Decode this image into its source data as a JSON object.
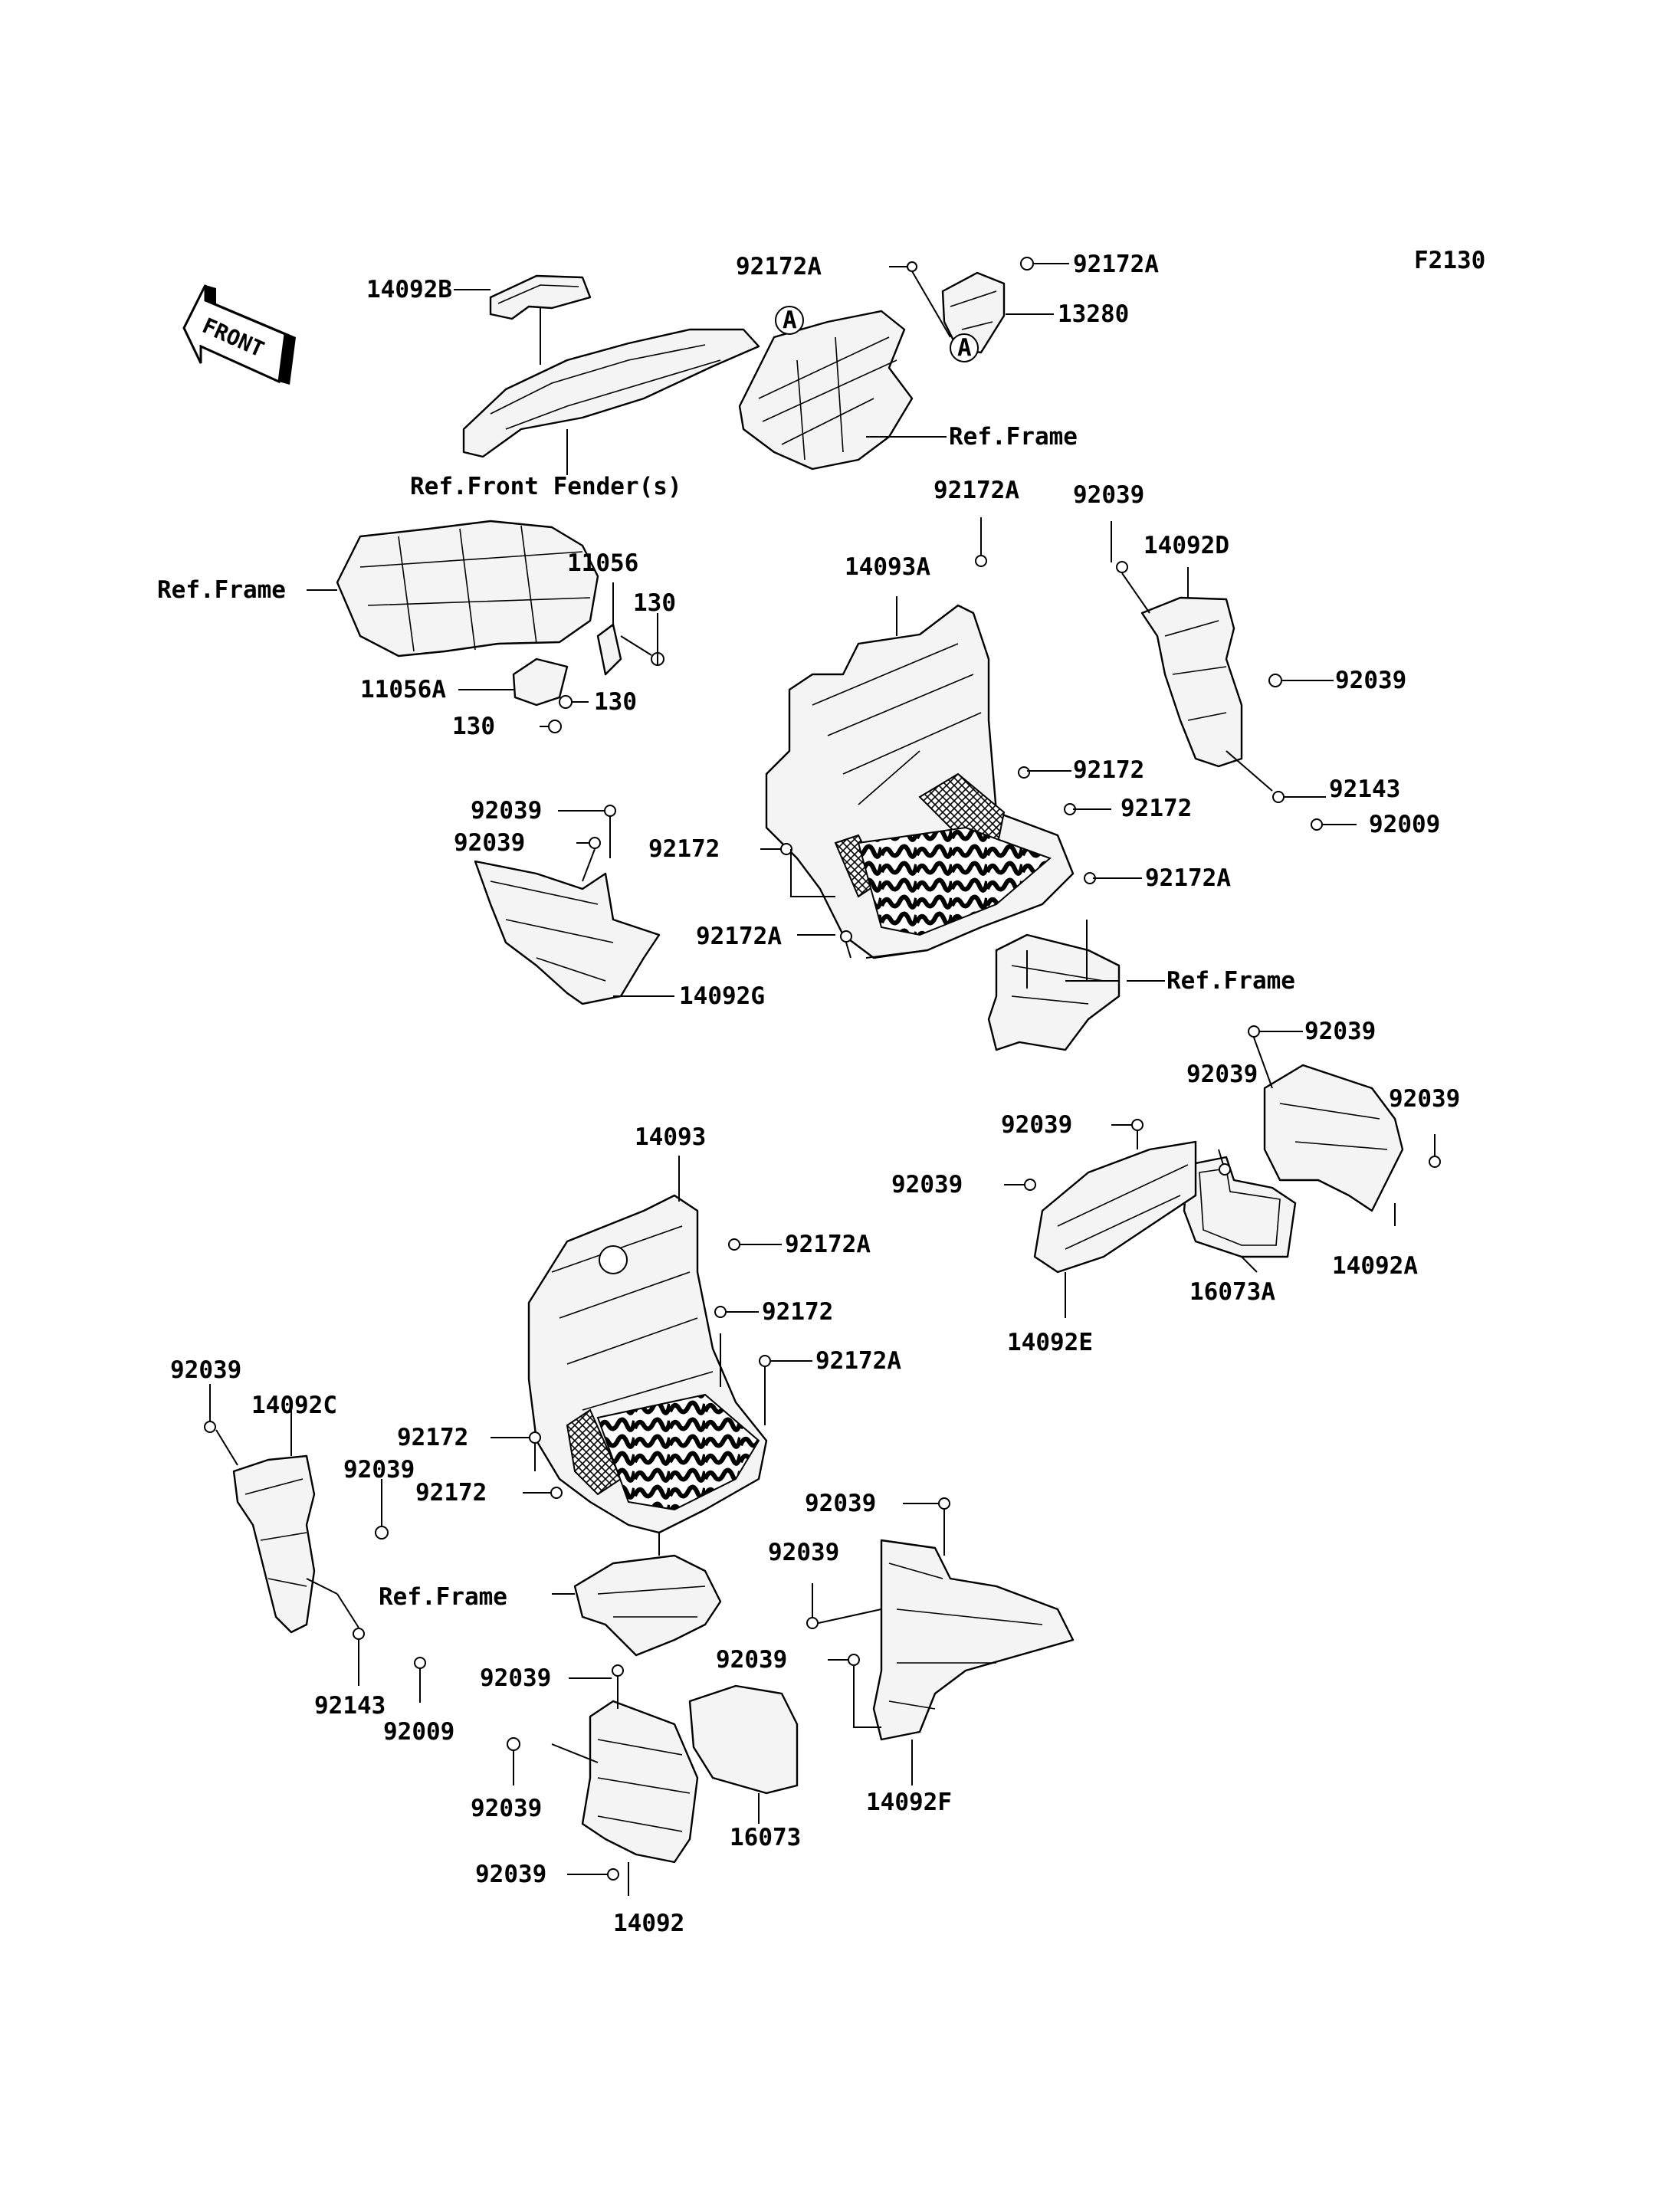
{
  "figure_code": "F2130",
  "front_arrow_label": "FRONT",
  "ref_marker": "A",
  "labels": {
    "l14092B": "14092B",
    "l92172A_top1": "92172A",
    "l92172A_top2": "92172A",
    "l13280": "13280",
    "lRefFrame1": "Ref.Frame",
    "lRefFrontFender": "Ref.Front Fender(s)",
    "l92172A_a": "92172A",
    "l92039_a": "92039",
    "l14093A": "14093A",
    "l14092D": "14092D",
    "l92039_b": "92039",
    "lRefFrame2": "Ref.Frame",
    "l11056": "11056",
    "l130_a": "130",
    "l11056A": "11056A",
    "l130_b": "130",
    "l130_c": "130",
    "l92172_a": "92172",
    "l92172_b": "92172",
    "l92172_c": "92172",
    "l92143_a": "92143",
    "l92009_a": "92009",
    "l92039_c": "92039",
    "l92039_d": "92039",
    "l92172A_b": "92172A",
    "l92172A_c": "92172A",
    "lRefFrame3": "Ref.Frame",
    "l14092G": "14092G",
    "l92039_e": "92039",
    "l92039_f": "92039",
    "l92039_g": "92039",
    "l92039_h": "92039",
    "l92039_i": "92039",
    "l14093": "14093",
    "l14092A": "14092A",
    "l16073A": "16073A",
    "l14092E": "14092E",
    "l92172A_d": "92172A",
    "l92172_d": "92172",
    "l92172A_e": "92172A",
    "l92039_j": "92039",
    "l14092C": "14092C",
    "l92172_e": "92172",
    "l92039_k": "92039",
    "l92172_f": "92172",
    "lRefFrame4": "Ref.Frame",
    "l92039_l": "92039",
    "l92039_m": "92039",
    "l92039_n": "92039",
    "l92143_b": "92143",
    "l92009_b": "92009",
    "l92039_o": "92039",
    "l92039_p": "92039",
    "l16073": "16073",
    "l14092F": "14092F",
    "l92039_q": "92039",
    "l14092": "14092"
  }
}
